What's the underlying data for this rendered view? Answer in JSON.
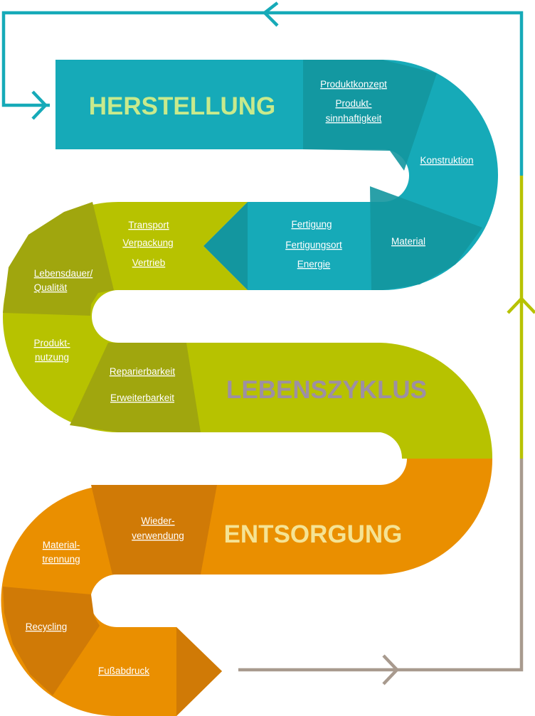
{
  "colors": {
    "teal": "#16aab8",
    "teal_dark": "#13969f",
    "lime": "#b7c200",
    "lime_dark": "#a0a60e",
    "orange": "#ea8f00",
    "orange_dark": "#d07a06",
    "taupe": "#a89a8e",
    "title_herstellung": "#c8ea8c",
    "title_lebenszyklus": "#9d8fa4",
    "title_entsorgung": "#f5e394"
  },
  "phases": {
    "herstellung": "HERSTELLUNG",
    "lebenszyklus": "LEBENSZYKLUS",
    "entsorgung": "ENTSORGUNG"
  },
  "labels": {
    "produktkonzept": "Produktkonzept",
    "produktsinn_1": "Produkt-",
    "produktsinn_2": "sinnhaftigkeit",
    "konstruktion": "Konstruktion",
    "material": "Material",
    "fertigung": "Fertigung",
    "fertigungsort": "Fertigungsort",
    "energie": "Energie",
    "transport": "Transport",
    "verpackung": "Verpackung",
    "vertrieb": "Vertrieb",
    "lebensdauer_1": "Lebensdauer/",
    "lebensdauer_2": "Qualität",
    "produktnutzung_1": "Produkt-",
    "produktnutzung_2": "nutzung",
    "reparierbarkeit": "Reparierbarkeit",
    "erweiterbarkeit": "Erweiterbarkeit",
    "wiederverwendung_1": "Wieder-",
    "wiederverwendung_2": "verwendung",
    "materialtrennung_1": "Material-",
    "materialtrennung_2": "trennung",
    "recycling": "Recycling",
    "fussabdruck": "Fußabdruck"
  }
}
